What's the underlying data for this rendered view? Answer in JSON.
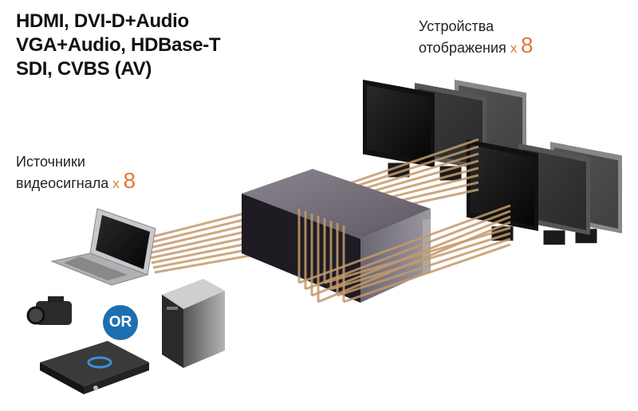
{
  "formats": [
    "HDMI, DVI-D+Audio",
    "VGA+Audio, HDBase-T",
    "SDI, CVBS (AV)"
  ],
  "displays": {
    "line1": "Устройства",
    "line2": "отображения",
    "multiplier": "x",
    "count": "8"
  },
  "sources": {
    "line1": "Источники",
    "line2": "видеосигнала",
    "multiplier": "x",
    "count": "8"
  },
  "or_badge": "OR",
  "colors": {
    "accent": "#e0783a",
    "cable": "#c49a6c",
    "badge": "#1e6fb0"
  }
}
